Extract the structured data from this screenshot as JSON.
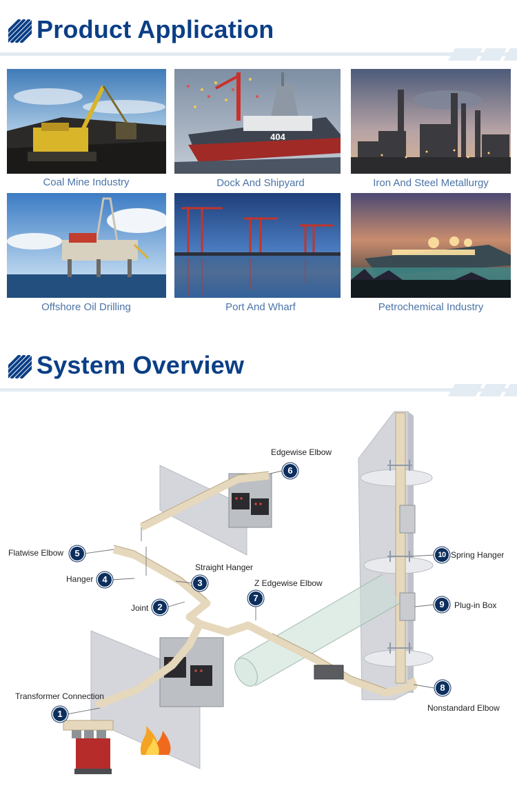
{
  "product_application": {
    "title": "Product Application",
    "items": [
      {
        "caption": "Coal Mine Industry"
      },
      {
        "caption": "Dock And Shipyard"
      },
      {
        "caption": "Iron And Steel Metallurgy"
      },
      {
        "caption": "Offshore Oil Drilling"
      },
      {
        "caption": "Port And Wharf"
      },
      {
        "caption": "Petrochemical Industry"
      }
    ],
    "ship_hull_number": "404"
  },
  "system_overview": {
    "title": "System Overview",
    "components": [
      {
        "number": "1",
        "label": "Transformer Connection"
      },
      {
        "number": "2",
        "label": "Joint"
      },
      {
        "number": "3",
        "label": "Straight Hanger"
      },
      {
        "number": "4",
        "label": "Hanger"
      },
      {
        "number": "5",
        "label": "Flatwise Elbow"
      },
      {
        "number": "6",
        "label": "Edgewise Elbow"
      },
      {
        "number": "7",
        "label": "Z Edgewise Elbow"
      },
      {
        "number": "8",
        "label": "Nonstandard Elbow"
      },
      {
        "number": "9",
        "label": "Plug-in Box"
      },
      {
        "number": "10",
        "label": "Spring Hanger"
      }
    ]
  },
  "colors": {
    "heading": "#0b3f86",
    "caption": "#4b74a6",
    "badge": "#0d2f5e",
    "busway": "#e6d8bc"
  }
}
